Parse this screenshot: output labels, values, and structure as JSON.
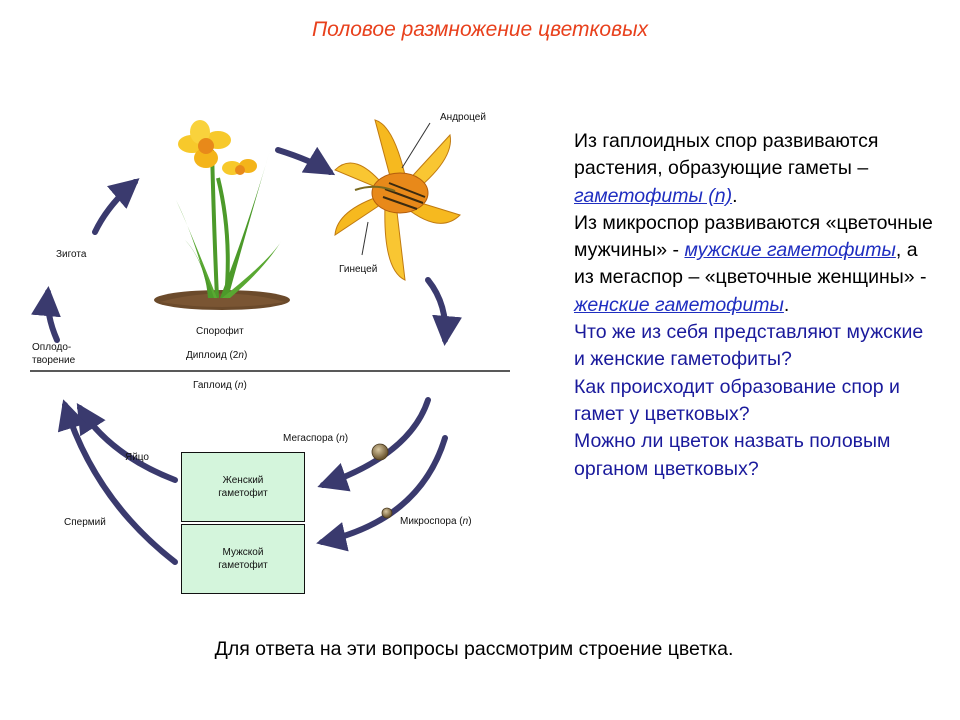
{
  "title": "Половое размножение цветковых",
  "diagram": {
    "androecium": "Андроцей",
    "gynoecium": "Гинецей",
    "zygote": "Зигота",
    "fertilization_1": "Оплодо-",
    "fertilization_2": "творение",
    "sporophyte": "Спорофит",
    "diploid": "Диплоид (2",
    "haploid": "Гаплоид (",
    "n": "n",
    "close_paren": ")",
    "egg": "Яйцо",
    "sperm": "Спермий",
    "megaspore": "Мегаспора (",
    "microspore": "Микроспора (",
    "female_gametophyte_1": "Женский",
    "female_gametophyte_2": "гаметофит",
    "male_gametophyte_1": "Мужской",
    "male_gametophyte_2": "гаметофит"
  },
  "text": {
    "p1_a": "Из гаплоидных спор развиваются растения, образующие гаметы – ",
    "p1_link": "гаметофиты (n)",
    "p1_end": ".",
    "p2_a": "Из микроспор развиваются «цветочные мужчины» - ",
    "p2_link1": "мужские гаметофиты",
    "p2_b": ", а из мегаспор – «цветочные женщины» - ",
    "p2_link2": "женские гаметофиты",
    "p2_end": ".",
    "q1": "Что же из себя представляют мужские и женские гаметофиты?",
    "q2": "Как происходит образование спор и гамет у цветковых?",
    "q3": "Можно ли цветок назвать половым органом цветковых?"
  },
  "bottom_text": "Для ответа на эти вопросы рассмотрим строение цветка."
}
